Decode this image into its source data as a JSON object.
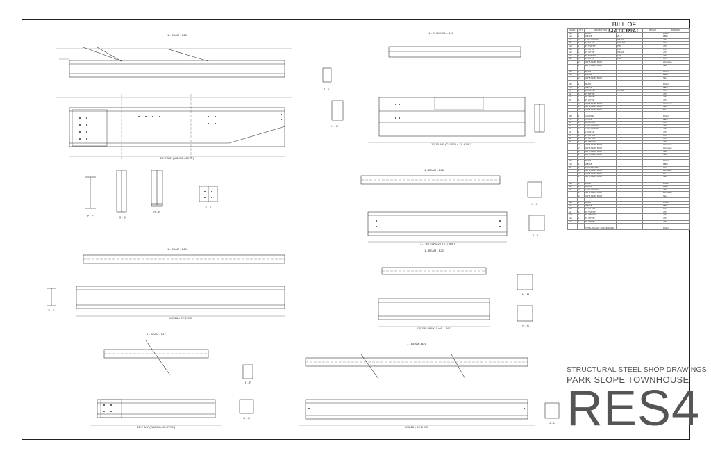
{
  "drawing": {
    "views": [
      {
        "id": "b15",
        "title": "1 - BEAM - B15"
      },
      {
        "id": "c16",
        "title": "1 - CHANNEL - B16"
      },
      {
        "id": "b18",
        "title": "1 - BEAM - B18"
      },
      {
        "id": "b19",
        "title": "1 - BEAM - B19"
      },
      {
        "id": "b20",
        "title": "1 - BEAM - B20"
      },
      {
        "id": "b17",
        "title": "1 - BEAM - B17"
      },
      {
        "id": "b21",
        "title": "1 - BEAM - B21"
      }
    ],
    "sections": [
      "P - P",
      "Q - Q",
      "R - R",
      "S - S",
      "J - J",
      "H - H",
      "K - K",
      "L - L",
      "M - M",
      "N - N",
      "E - E",
      "F - F",
      "G - G",
      "O - O"
    ],
    "dims": {
      "b15_length": "20'-7 3/8\" (W8X18 x 20'-7\")",
      "c16_length": "10'-10 5/8\" (C10X20 x 11'-4 5/8\")",
      "b18_length": "7'-7 5/8\" (W6X20 x 7'-7 5/8\")",
      "b19_length": "W8X18 x 22'-1 7/8\"",
      "b20_length": "6'-5 3/8\" (W6X15 x 6'-1 3/8\")",
      "b17_length": "11'-7 3/8\" (W8X24 x 10'-7 7/8\")",
      "b21_length": "W8X18 x 24'-8 7/8\""
    }
  },
  "bom": {
    "title": "BILL OF MATERIAL",
    "headers": [
      "MARK",
      "QTY",
      "DESCRIPTION",
      "LENGTH",
      "WEIGHT",
      "DRAWING"
    ],
    "rows": [
      [
        "B15",
        "1",
        "BEAM",
        "",
        "",
        "RS4.2"
      ],
      [
        "b15",
        "1",
        "W8X18",
        "20'-7\"",
        "",
        "FB06"
      ],
      [
        "s1",
        "2",
        "L4X3-1/2X5/16",
        "0'-5 1/2\"",
        "",
        "J05"
      ],
      [
        "p6",
        "1",
        "PL 1/2\"X8\"",
        "0'-10 1/4\"",
        "",
        "J05"
      ],
      [
        "p13",
        "1",
        "PL 5/16\"X8\"",
        "0'-5\"",
        "",
        "J05"
      ],
      [
        "p19",
        "1",
        "PL 1/2\"X8\"",
        "1'-0\"",
        "",
        "J05"
      ],
      [
        "p20",
        "1",
        "PL 1/2\"X8\"",
        "0'-8 1/2\"",
        "",
        "J05"
      ],
      [
        "p21",
        "1",
        "PL 5/16\"X4\"",
        "1'-3\"",
        "",
        "J05"
      ],
      [
        "p22",
        "1",
        "PL 1/2\"X5\"",
        "1'-10\"",
        "",
        "J05"
      ],
      [
        "",
        "2",
        "3/4\"Ø A325N BOLT",
        "",
        "",
        "Workshop"
      ],
      [
        "",
        "2",
        "3/4\"Ø A325N BOLT",
        "",
        "",
        "Site"
      ],
      [
        "",
        "",
        "",
        "",
        "",
        ""
      ],
      [
        "B16",
        "1",
        "BEAM",
        "",
        "",
        "RS4.2"
      ],
      [
        "b16",
        "1",
        "W8X18",
        "",
        "",
        "FB06"
      ],
      [
        "",
        "2",
        "3/4\"Ø A325N BOLT",
        "",
        "",
        "Site"
      ],
      [
        "",
        "",
        "",
        "",
        "",
        ""
      ],
      [
        "B17",
        "1",
        "BEAM",
        "",
        "",
        "RS4.2"
      ],
      [
        "b17",
        "1",
        "W8X24",
        "",
        "",
        "FB06"
      ],
      [
        "s1",
        "2",
        "L4X3X5/16",
        "0'-5 1/2\"",
        "",
        "J05"
      ],
      [
        "p3",
        "1",
        "PL 5/8\"X8\"",
        "",
        "",
        "J05"
      ],
      [
        "p4",
        "1",
        "PL 3/8\"X8\"",
        "",
        "",
        "J05"
      ],
      [
        "p5",
        "1",
        "PL 1/2\"X4\"",
        "",
        "",
        "J05"
      ],
      [
        "",
        "2",
        "3/4\"Ø A325N BOLT",
        "",
        "",
        "Workshop"
      ],
      [
        "",
        "2",
        "3/4\"Ø A325N BOLT",
        "",
        "",
        "Site"
      ],
      [
        "",
        "2",
        "3/4\"Ø A325N BOLT",
        "",
        "",
        "Site"
      ],
      [
        "",
        "",
        "",
        "",
        "",
        ""
      ],
      [
        "B18",
        "1",
        "CHANNEL",
        "",
        "",
        "RS4.2"
      ],
      [
        "c16",
        "1",
        "C10X20",
        "",
        "",
        "FB06"
      ],
      [
        "a1",
        "2",
        "L4X3X5/16",
        "",
        "",
        "J05"
      ],
      [
        "a2",
        "2",
        "L4X3-1/2X5/16",
        "",
        "",
        "J05"
      ],
      [
        "a3",
        "2",
        "L4X3-1/2X5/16",
        "",
        "",
        "J05"
      ],
      [
        "a4",
        "1",
        "L4X4X1/4",
        "",
        "",
        "J05"
      ],
      [
        "p7",
        "1",
        "PL 3/8\"X10\"",
        "",
        "",
        "J05"
      ],
      [
        "p8",
        "1",
        "PL 3/8\"X10\"",
        "",
        "",
        "J05"
      ],
      [
        "p9",
        "1",
        "PL 3/8\"X10\"",
        "",
        "",
        "J05"
      ],
      [
        "",
        "2",
        "3/4\"Ø A325N BOLT",
        "",
        "",
        "Workshop"
      ],
      [
        "",
        "2",
        "3/4\"Ø A325N BOLT",
        "",
        "",
        "Workshop"
      ],
      [
        "",
        "2",
        "3/4\"Ø A325N BOLT",
        "",
        "",
        "Site"
      ],
      [
        "",
        "2",
        "3/4\"Ø A325N BOLT",
        "",
        "",
        "Site"
      ],
      [
        "",
        "",
        "",
        "",
        "",
        ""
      ],
      [
        "B19",
        "1",
        "BEAM",
        "",
        "",
        "RS4.2"
      ],
      [
        "b19",
        "1",
        "W8X18",
        "",
        "",
        "FB06"
      ],
      [
        "a5",
        "1",
        "L4X3-1/2X5/16",
        "",
        "",
        "J05"
      ],
      [
        "",
        "2",
        "3/4\"Ø A325N BOLT",
        "",
        "",
        "Workshop"
      ],
      [
        "",
        "2",
        "3/4\"Ø A325N BOLT",
        "",
        "",
        "Site"
      ],
      [
        "",
        "2",
        "3/4\"Ø A325N BOLT",
        "",
        "",
        "Site"
      ],
      [
        "",
        "",
        "",
        "",
        "",
        ""
      ],
      [
        "B20",
        "1",
        "BEAM",
        "",
        "",
        "RS4.2"
      ],
      [
        "b20",
        "1",
        "W6X15",
        "",
        "",
        "FB06"
      ],
      [
        "a6",
        "2",
        "L4X3-1/2X5/16",
        "",
        "",
        "J05"
      ],
      [
        "",
        "2",
        "3/4\"Ø A325N BOLT",
        "",
        "",
        "Workshop"
      ],
      [
        "",
        "2",
        "3/4\"Ø A325N BOLT",
        "",
        "",
        "Site"
      ],
      [
        "",
        "",
        "",
        "",
        "",
        ""
      ],
      [
        "B21",
        "1",
        "BEAM",
        "",
        "",
        "RS4.2"
      ],
      [
        "b21",
        "1",
        "W8X18",
        "",
        "",
        "FB06"
      ],
      [
        "p10",
        "1",
        "PL 3/8\"X10\"",
        "",
        "",
        "J05"
      ],
      [
        "p11",
        "1",
        "PL 5/16\"X4\"",
        "",
        "",
        "J05"
      ],
      [
        "p12",
        "1",
        "PL 3/8\"X10\"",
        "",
        "",
        "J05"
      ],
      [
        "p14",
        "1",
        "PL 3/8\"X8\"",
        "",
        "",
        "J05"
      ],
      [
        "p15",
        "1",
        "PL 3/8\"X8\"",
        "",
        "",
        "J05"
      ],
      [
        "",
        "",
        "",
        "",
        "",
        ""
      ],
      [
        "",
        "",
        "TOTAL WEIGHT THIS DRAWING",
        "",
        "",
        "RS4.2"
      ]
    ]
  },
  "title_block": {
    "line1": "STRUCTURAL STEEL SHOP DRAWINGS",
    "line2": "PARK SLOPE TOWNHOUSE",
    "code": "RES4"
  },
  "colors": {
    "line": "#222222",
    "ink": "#555555",
    "paper": "#ffffff"
  }
}
